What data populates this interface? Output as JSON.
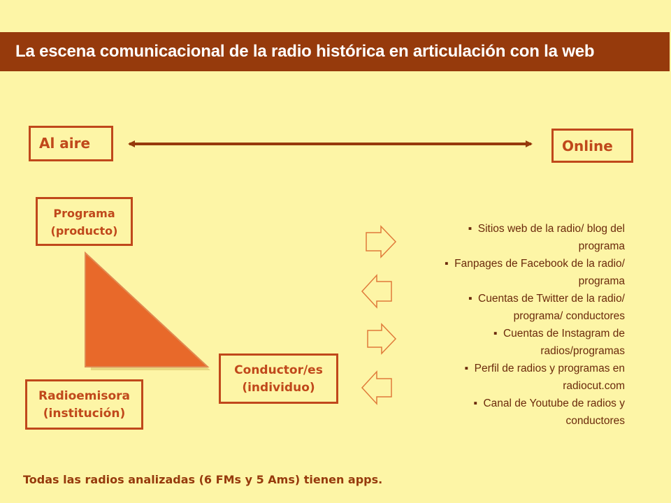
{
  "title": "La escena comunicacional de la radio histórica en articulación con la web",
  "labels": {
    "air": "Al aire",
    "online": "Online",
    "programa": [
      "Programa",
      "(producto)"
    ],
    "conductor": [
      "Conductor/es",
      "(individuo)"
    ],
    "radio": [
      "Radioemisora",
      "(institución)"
    ]
  },
  "channels": [
    "Sitios web de la radio/ blog del programa",
    "Fanpages de Facebook de la radio/ programa",
    "Cuentas de Twitter de la radio/ programa/ conductores",
    "Cuentas de Instagram de radios/programas",
    "Perfil de radios y programas en radiocut.com",
    "Canal de Youtube de radios y conductores"
  ],
  "footer": "Todas las radios analizadas (6 FMs y 5 Ams) tienen apps.",
  "colors": {
    "background": "#fdf5a6",
    "title_bar": "#963a0c",
    "accent": "#c0481b",
    "triangle": "#e8692a"
  }
}
